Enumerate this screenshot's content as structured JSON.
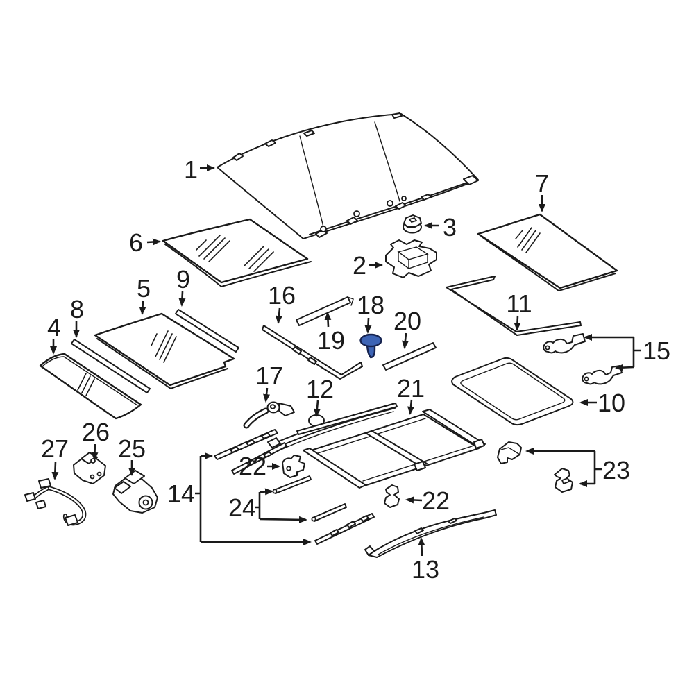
{
  "diagram": {
    "background": "#ffffff",
    "line_color": "#1a1a1a",
    "highlight_color": "#3d64b5",
    "highlight_stroke": "#16234f",
    "highlighted_callout": "18"
  },
  "callouts": {
    "c1": {
      "label": "1"
    },
    "c2": {
      "label": "2"
    },
    "c3": {
      "label": "3"
    },
    "c4": {
      "label": "4"
    },
    "c5": {
      "label": "5"
    },
    "c6": {
      "label": "6"
    },
    "c7": {
      "label": "7"
    },
    "c8": {
      "label": "8"
    },
    "c9": {
      "label": "9"
    },
    "c10": {
      "label": "10"
    },
    "c11": {
      "label": "11"
    },
    "c12": {
      "label": "12"
    },
    "c13": {
      "label": "13"
    },
    "c14": {
      "label": "14"
    },
    "c15": {
      "label": "15"
    },
    "c16": {
      "label": "16"
    },
    "c17": {
      "label": "17"
    },
    "c18": {
      "label": "18"
    },
    "c19": {
      "label": "19"
    },
    "c20": {
      "label": "20"
    },
    "c21": {
      "label": "21"
    },
    "c22a": {
      "label": "22"
    },
    "c22b": {
      "label": "22"
    },
    "c23": {
      "label": "23"
    },
    "c24": {
      "label": "24"
    },
    "c25": {
      "label": "25"
    },
    "c26": {
      "label": "26"
    },
    "c27": {
      "label": "27"
    }
  }
}
